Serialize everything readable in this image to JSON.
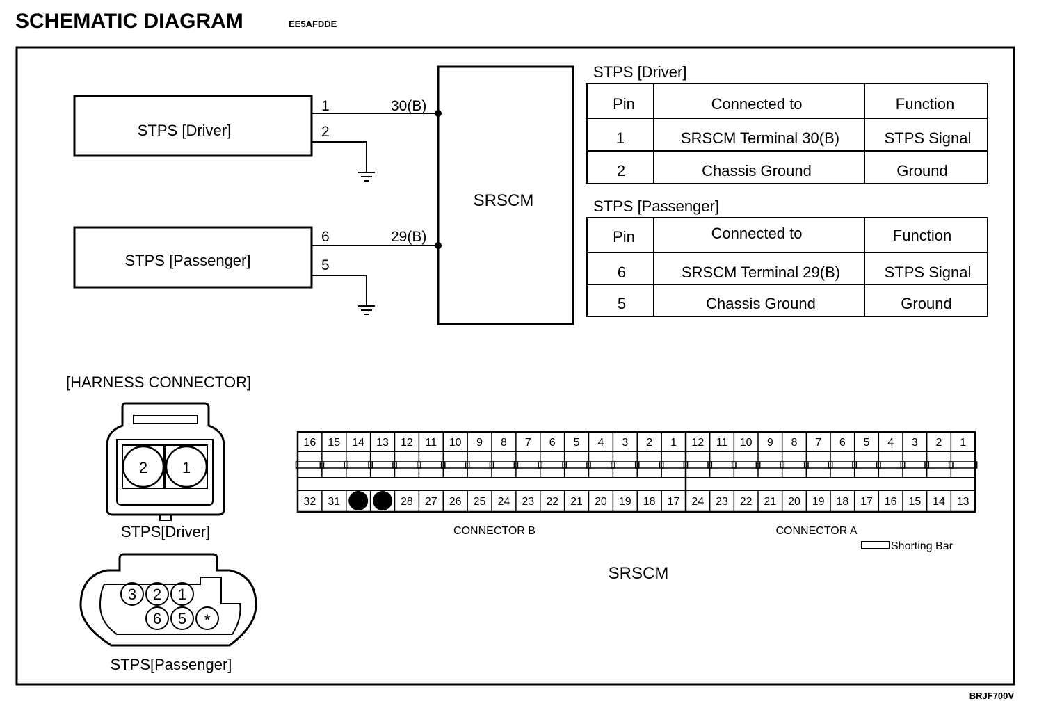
{
  "header": {
    "title": "SCHEMATIC DIAGRAM",
    "code": "EE5AFDDE"
  },
  "schematic": {
    "module_label": "SRSCM",
    "driver_component": "STPS [Driver]",
    "passenger_component": "STPS [Passenger]",
    "driver_pins": {
      "signal": "1",
      "ground": "2",
      "terminal": "30(B)"
    },
    "passenger_pins": {
      "signal": "6",
      "ground": "5",
      "terminal": "29(B)"
    }
  },
  "tables": {
    "driver": {
      "title": "STPS [Driver]",
      "headers": [
        "Pin",
        "Connected to",
        "Function"
      ],
      "rows": [
        [
          "1",
          "SRSCM Terminal 30(B)",
          "STPS Signal"
        ],
        [
          "2",
          "Chassis Ground",
          "Ground"
        ]
      ]
    },
    "passenger": {
      "title": "STPS [Passenger]",
      "headers": [
        "Pin",
        "Connected to",
        "Function"
      ],
      "rows": [
        [
          "6",
          "SRSCM Terminal 29(B)",
          "STPS Signal"
        ],
        [
          "5",
          "Chassis Ground",
          "Ground"
        ]
      ]
    }
  },
  "harness": {
    "title": "[HARNESS CONNECTOR]",
    "driver_connector_label": "STPS[Driver]",
    "driver_pins": [
      "2",
      "1"
    ],
    "passenger_connector_label": "STPS[Passenger]",
    "passenger_pins_top": [
      "3",
      "2",
      "1"
    ],
    "passenger_pins_bottom": [
      "6",
      "5",
      "*"
    ],
    "srscm": {
      "label": "SRSCM",
      "connector_b": {
        "label": "CONNECTOR B",
        "top": [
          "16",
          "15",
          "14",
          "13",
          "12",
          "11",
          "10",
          "9",
          "8",
          "7",
          "6",
          "5",
          "4",
          "3",
          "2",
          "1"
        ],
        "bottom": [
          "32",
          "31",
          "",
          "",
          "28",
          "27",
          "26",
          "25",
          "24",
          "23",
          "22",
          "21",
          "20",
          "19",
          "18",
          "17"
        ]
      },
      "connector_a": {
        "label": "CONNECTOR A",
        "top": [
          "12",
          "11",
          "10",
          "9",
          "8",
          "7",
          "6",
          "5",
          "4",
          "3",
          "2",
          "1"
        ],
        "bottom": [
          "24",
          "23",
          "22",
          "21",
          "20",
          "19",
          "18",
          "17",
          "16",
          "15",
          "14",
          "13"
        ]
      },
      "shorting_bar_legend": "Shorting Bar"
    }
  },
  "footer": {
    "code": "BRJF700V"
  }
}
